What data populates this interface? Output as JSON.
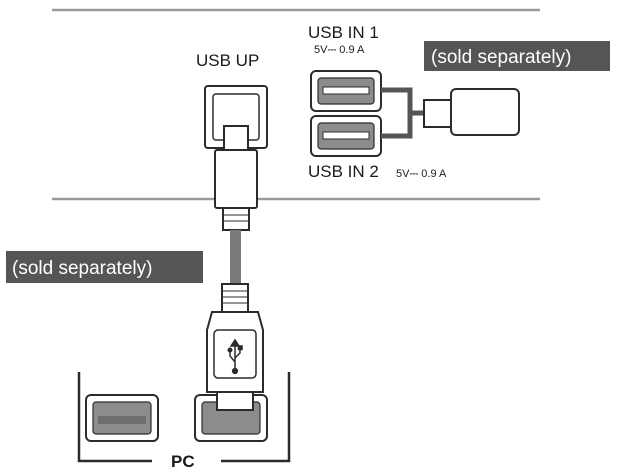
{
  "labels": {
    "usb_up": "USB UP",
    "usb_in_1": "USB IN 1",
    "usb_in_1_rating": "5V⎓ 0.9 A",
    "usb_in_2": "USB IN 2",
    "usb_in_2_rating": "5V⎓ 0.9 A",
    "sold_separately_top": "(sold separately)",
    "sold_separately_left": "(sold separately)",
    "pc": "PC"
  },
  "colors": {
    "line": "#2b2b2b",
    "panel_line": "#9a9a9a",
    "label_bg": "#555555",
    "port_fill": "#8c8c8c",
    "port_inner": "#6e6e6e"
  },
  "icons": [
    "usb-symbol-icon"
  ]
}
